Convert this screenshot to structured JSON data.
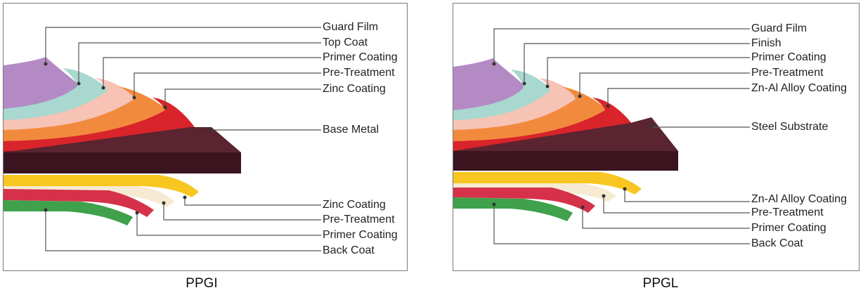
{
  "diagrams": [
    {
      "caption": "PPGI",
      "top_labels": [
        "Guard Film",
        "Top Coat",
        "Primer Coating",
        "Pre-Treatment",
        "Zinc Coating"
      ],
      "core_label": "Base Metal",
      "bottom_labels": [
        "Zinc Coating",
        "Pre-Treatment",
        "Primer Coating",
        "Back Coat"
      ]
    },
    {
      "caption": "PPGL",
      "top_labels": [
        "Guard Film",
        "Finish",
        "Primer Coating",
        "Pre-Treatment",
        "Zn-Al Alloy Coating"
      ],
      "core_label": "Steel Substrate",
      "bottom_labels": [
        "Zn-Al Alloy Coating",
        "Pre-Treatment",
        "Primer Coating",
        "Back Coat"
      ]
    }
  ],
  "colors": {
    "guard_film": "#b48ac4",
    "top_coat": "#a8d8cf",
    "primer": "#f6c3b5",
    "pre_treatment": "#f28a3e",
    "zinc": "#d8242a",
    "base_metal": "#3a1520",
    "bottom_zinc": "#f8c620",
    "bottom_pretreat": "#f7ead3",
    "bottom_primer": "#d6314a",
    "back_coat": "#3fa14b",
    "leader": "#555555"
  }
}
